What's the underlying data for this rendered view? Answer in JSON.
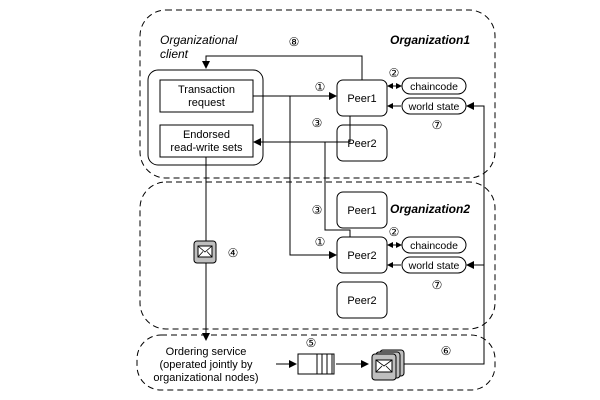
{
  "org1": {
    "title": "Organization1"
  },
  "org2": {
    "title": "Organization2"
  },
  "client": {
    "title_line1": "Organizational",
    "title_line2": "client",
    "tx_request": {
      "line1": "Transaction",
      "line2": "request"
    },
    "rw_sets": {
      "line1": "Endorsed",
      "line2": "read-write sets"
    }
  },
  "org1_peers": {
    "peer1": "Peer1",
    "peer2": "Peer2"
  },
  "org2_peers": {
    "peer1": "Peer1",
    "peer2": "Peer2",
    "peer3": "Peer2"
  },
  "labels": {
    "chaincode1": "chaincode",
    "worldstate1": "world state",
    "chaincode2": "chaincode",
    "worldstate2": "world state"
  },
  "ordering": {
    "line1": "Ordering service",
    "line2": "(operated jointly by",
    "line3": "organizational nodes)"
  },
  "steps": {
    "s1a": "①",
    "s1b": "①",
    "s2a": "②",
    "s2b": "②",
    "s3a": "③",
    "s3b": "③",
    "s4": "④",
    "s5": "⑤",
    "s6": "⑥",
    "s7a": "⑦",
    "s7b": "⑦",
    "s8": "⑧"
  }
}
